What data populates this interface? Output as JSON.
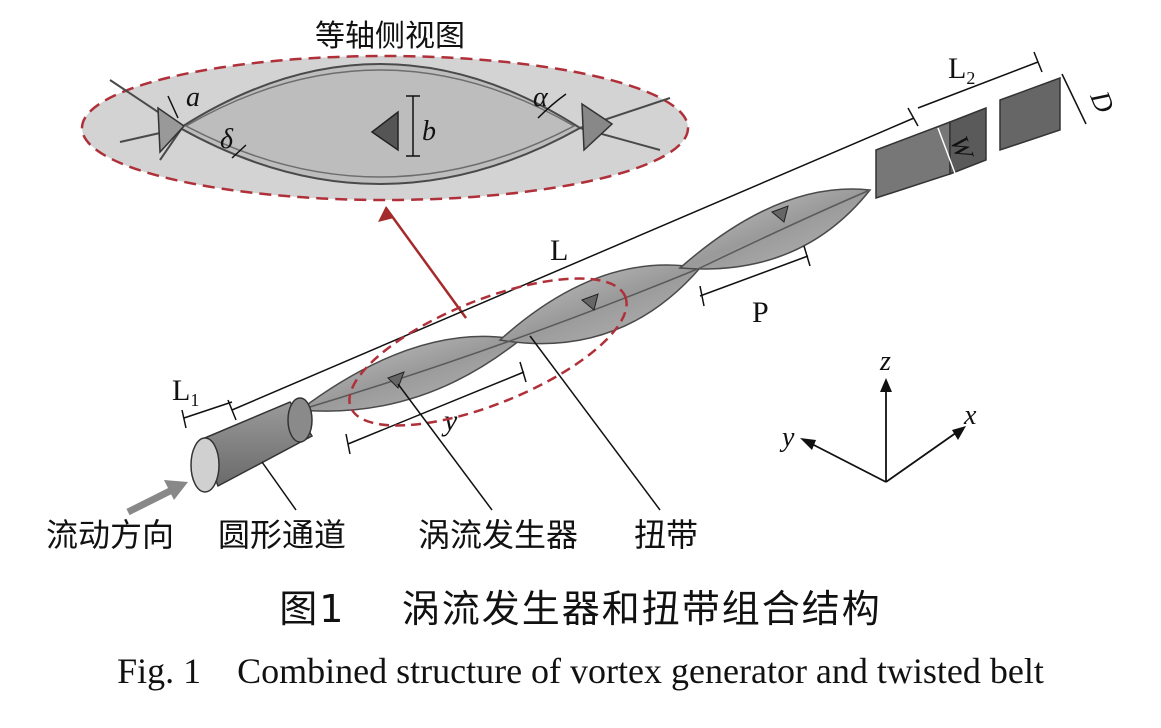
{
  "inset": {
    "title": "等轴侧视图",
    "labels": {
      "a": "a",
      "alpha": "α",
      "delta": "δ",
      "b": "b"
    }
  },
  "dimensions": {
    "L": "L",
    "L1_main": "L",
    "L1_sub": "1",
    "L2_main": "L",
    "L2_sub": "2",
    "D": "D",
    "W": "W",
    "P": "P",
    "y": "y"
  },
  "axes": {
    "x": "x",
    "y": "y",
    "z": "z"
  },
  "callouts": {
    "flow_direction": "流动方向",
    "circular_channel": "圆形通道",
    "vortex_generator": "涡流发生器",
    "twisted_belt": "扭带"
  },
  "caption": {
    "cn_label": "图1",
    "cn_text": "涡流发生器和扭带组合结构",
    "en": "Fig. 1    Combined structure of vortex generator and twisted belt"
  },
  "colors": {
    "belt": "#a9a9a9",
    "belt_edge": "#4a4a4a",
    "dashed_red": "#b0303a",
    "leader_red": "#a52a2a"
  }
}
